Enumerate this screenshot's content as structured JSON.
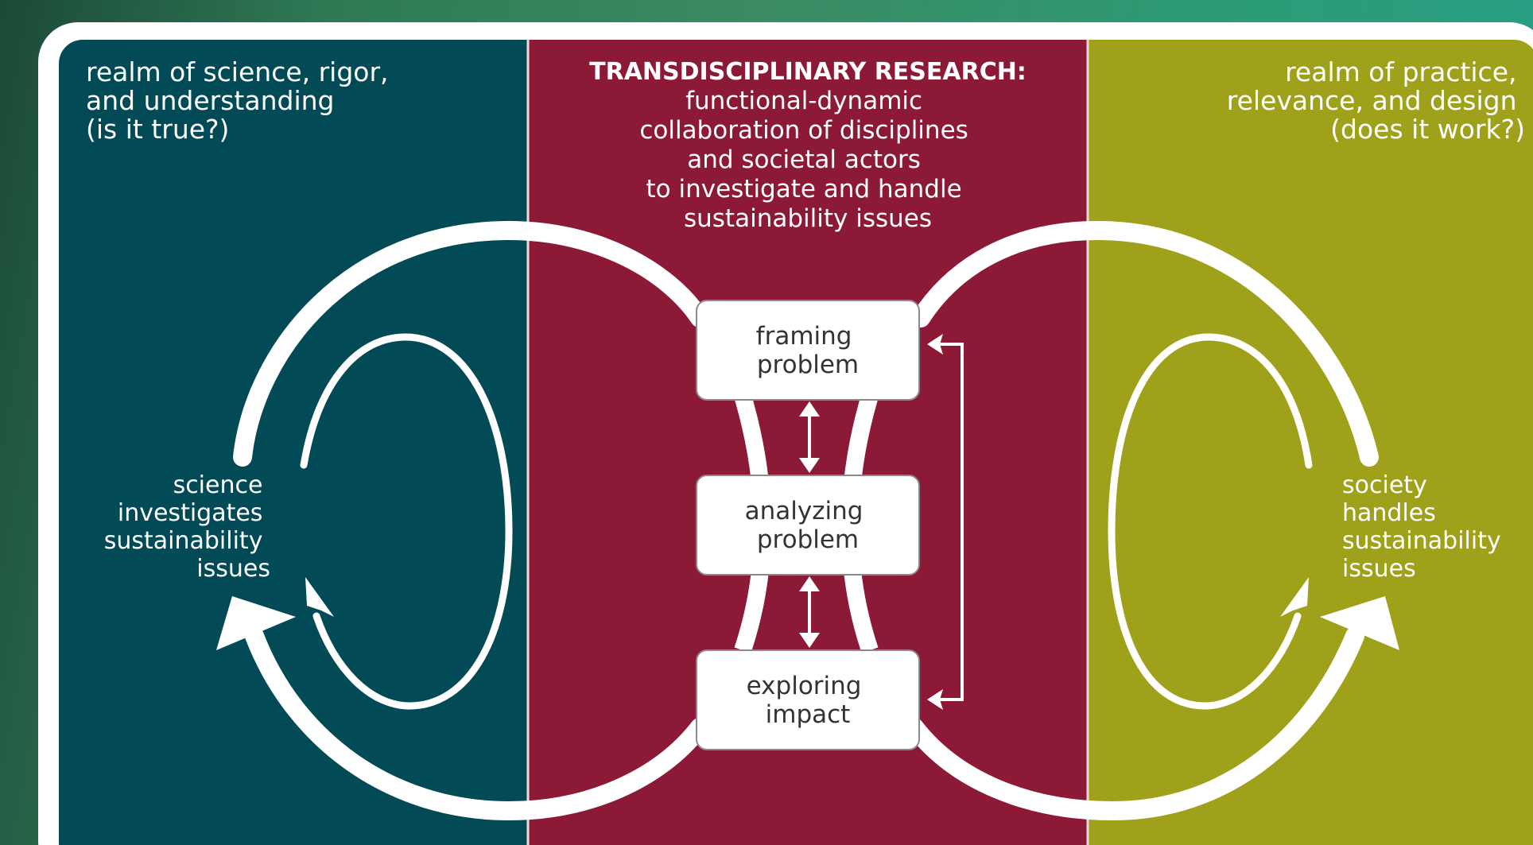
{
  "left_panel": {
    "realm_lines": [
      "realm of science, rigor,",
      "and understanding",
      "(is it true?)"
    ],
    "cycle_lines": [
      "science",
      "investigates",
      "sustainability",
      "issues"
    ]
  },
  "center_panel": {
    "heading": "TRANSDISCIPLINARY RESEARCH:",
    "description_lines": [
      "functional-dynamic",
      "collaboration of disciplines",
      "and societal actors",
      "to investigate and handle",
      "sustainability issues"
    ],
    "steps": [
      {
        "lines": [
          "framing",
          "problem"
        ]
      },
      {
        "lines": [
          "analyzing",
          "problem"
        ]
      },
      {
        "lines": [
          "exploring",
          "impact"
        ]
      }
    ]
  },
  "right_panel": {
    "realm_lines": [
      "realm of practice,",
      "relevance, and design",
      "(does it work?)"
    ],
    "cycle_lines": [
      "society",
      "handles",
      "sustainability",
      "issues"
    ]
  },
  "colors": {
    "science_panel": "#034a57",
    "research_panel": "#8c1a36",
    "practice_panel": "#9fa11a",
    "frame": "#ffffff"
  }
}
